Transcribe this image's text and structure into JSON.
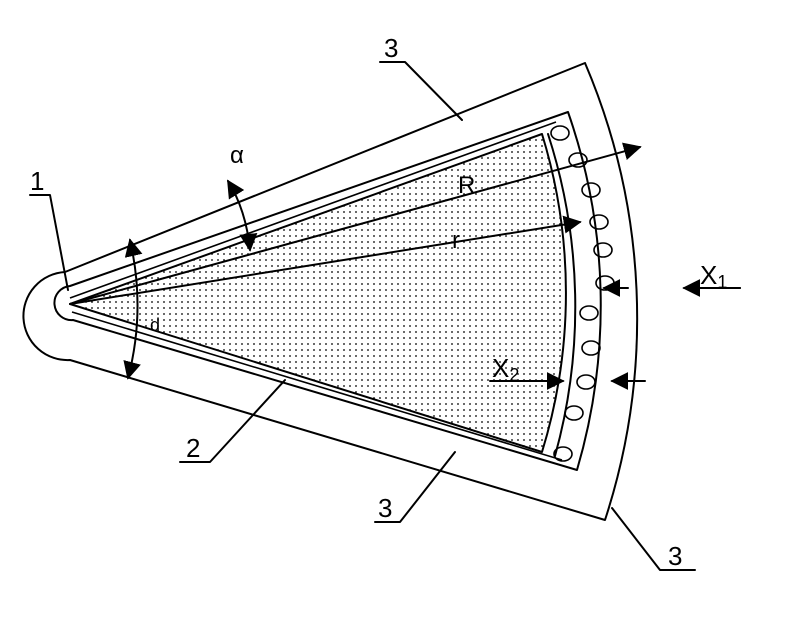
{
  "labels": {
    "part_1": "1",
    "part_2": "2",
    "part_3_top": "3",
    "part_3_bottom": "3",
    "part_3_right": "3",
    "alpha": "α",
    "radius_outer": "R",
    "radius_inner": "r",
    "d": "d",
    "x1_main": "X",
    "x1_sub": "1",
    "x2_main": "X",
    "x2_sub": "2"
  }
}
